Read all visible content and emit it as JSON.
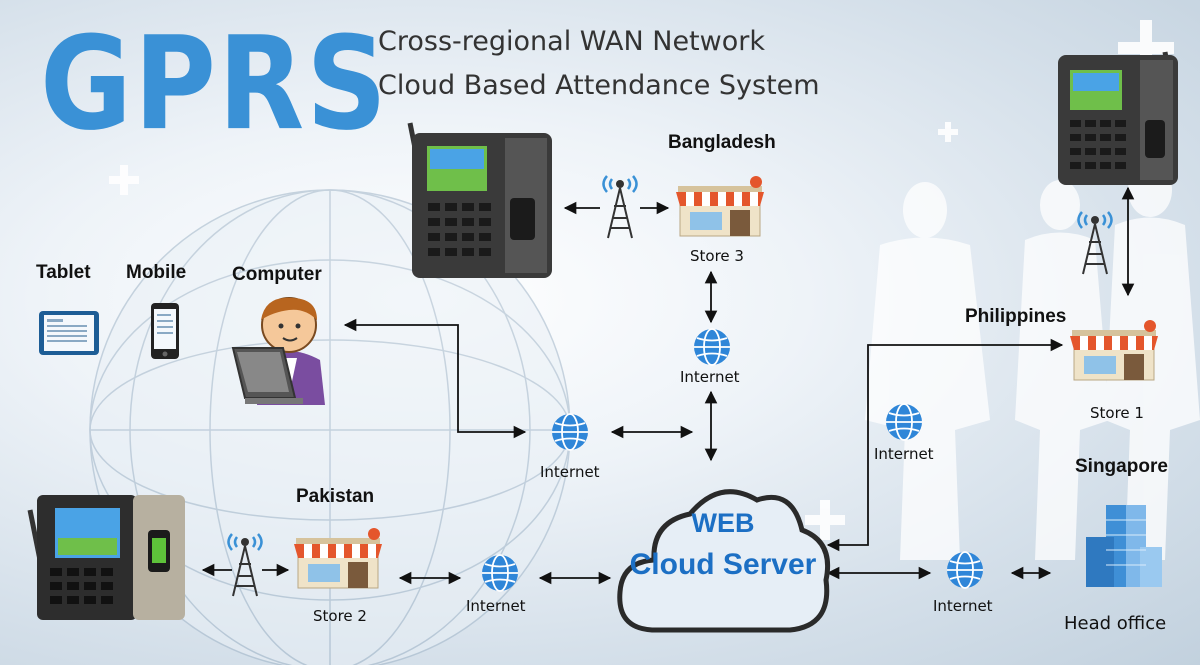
{
  "header": {
    "logo_text": "GPRS",
    "title_line1": "Cross-regional WAN Network",
    "title_line2": "Cloud Based Attendance System"
  },
  "clients": {
    "tablet": "Tablet",
    "mobile": "Mobile",
    "computer": "Computer"
  },
  "regions": {
    "bangladesh": "Bangladesh",
    "philippines": "Philippines",
    "pakistan": "Pakistan",
    "singapore": "Singapore"
  },
  "stores": {
    "store3": "Store 3",
    "store1": "Store 1",
    "store2": "Store 2"
  },
  "internet_label": "Internet",
  "cloud": {
    "line1": "WEB",
    "line2": "Cloud Server"
  },
  "head_office": "Head office",
  "colors": {
    "accent": "#3a91d6",
    "cloud_text": "#1c6fc4"
  }
}
